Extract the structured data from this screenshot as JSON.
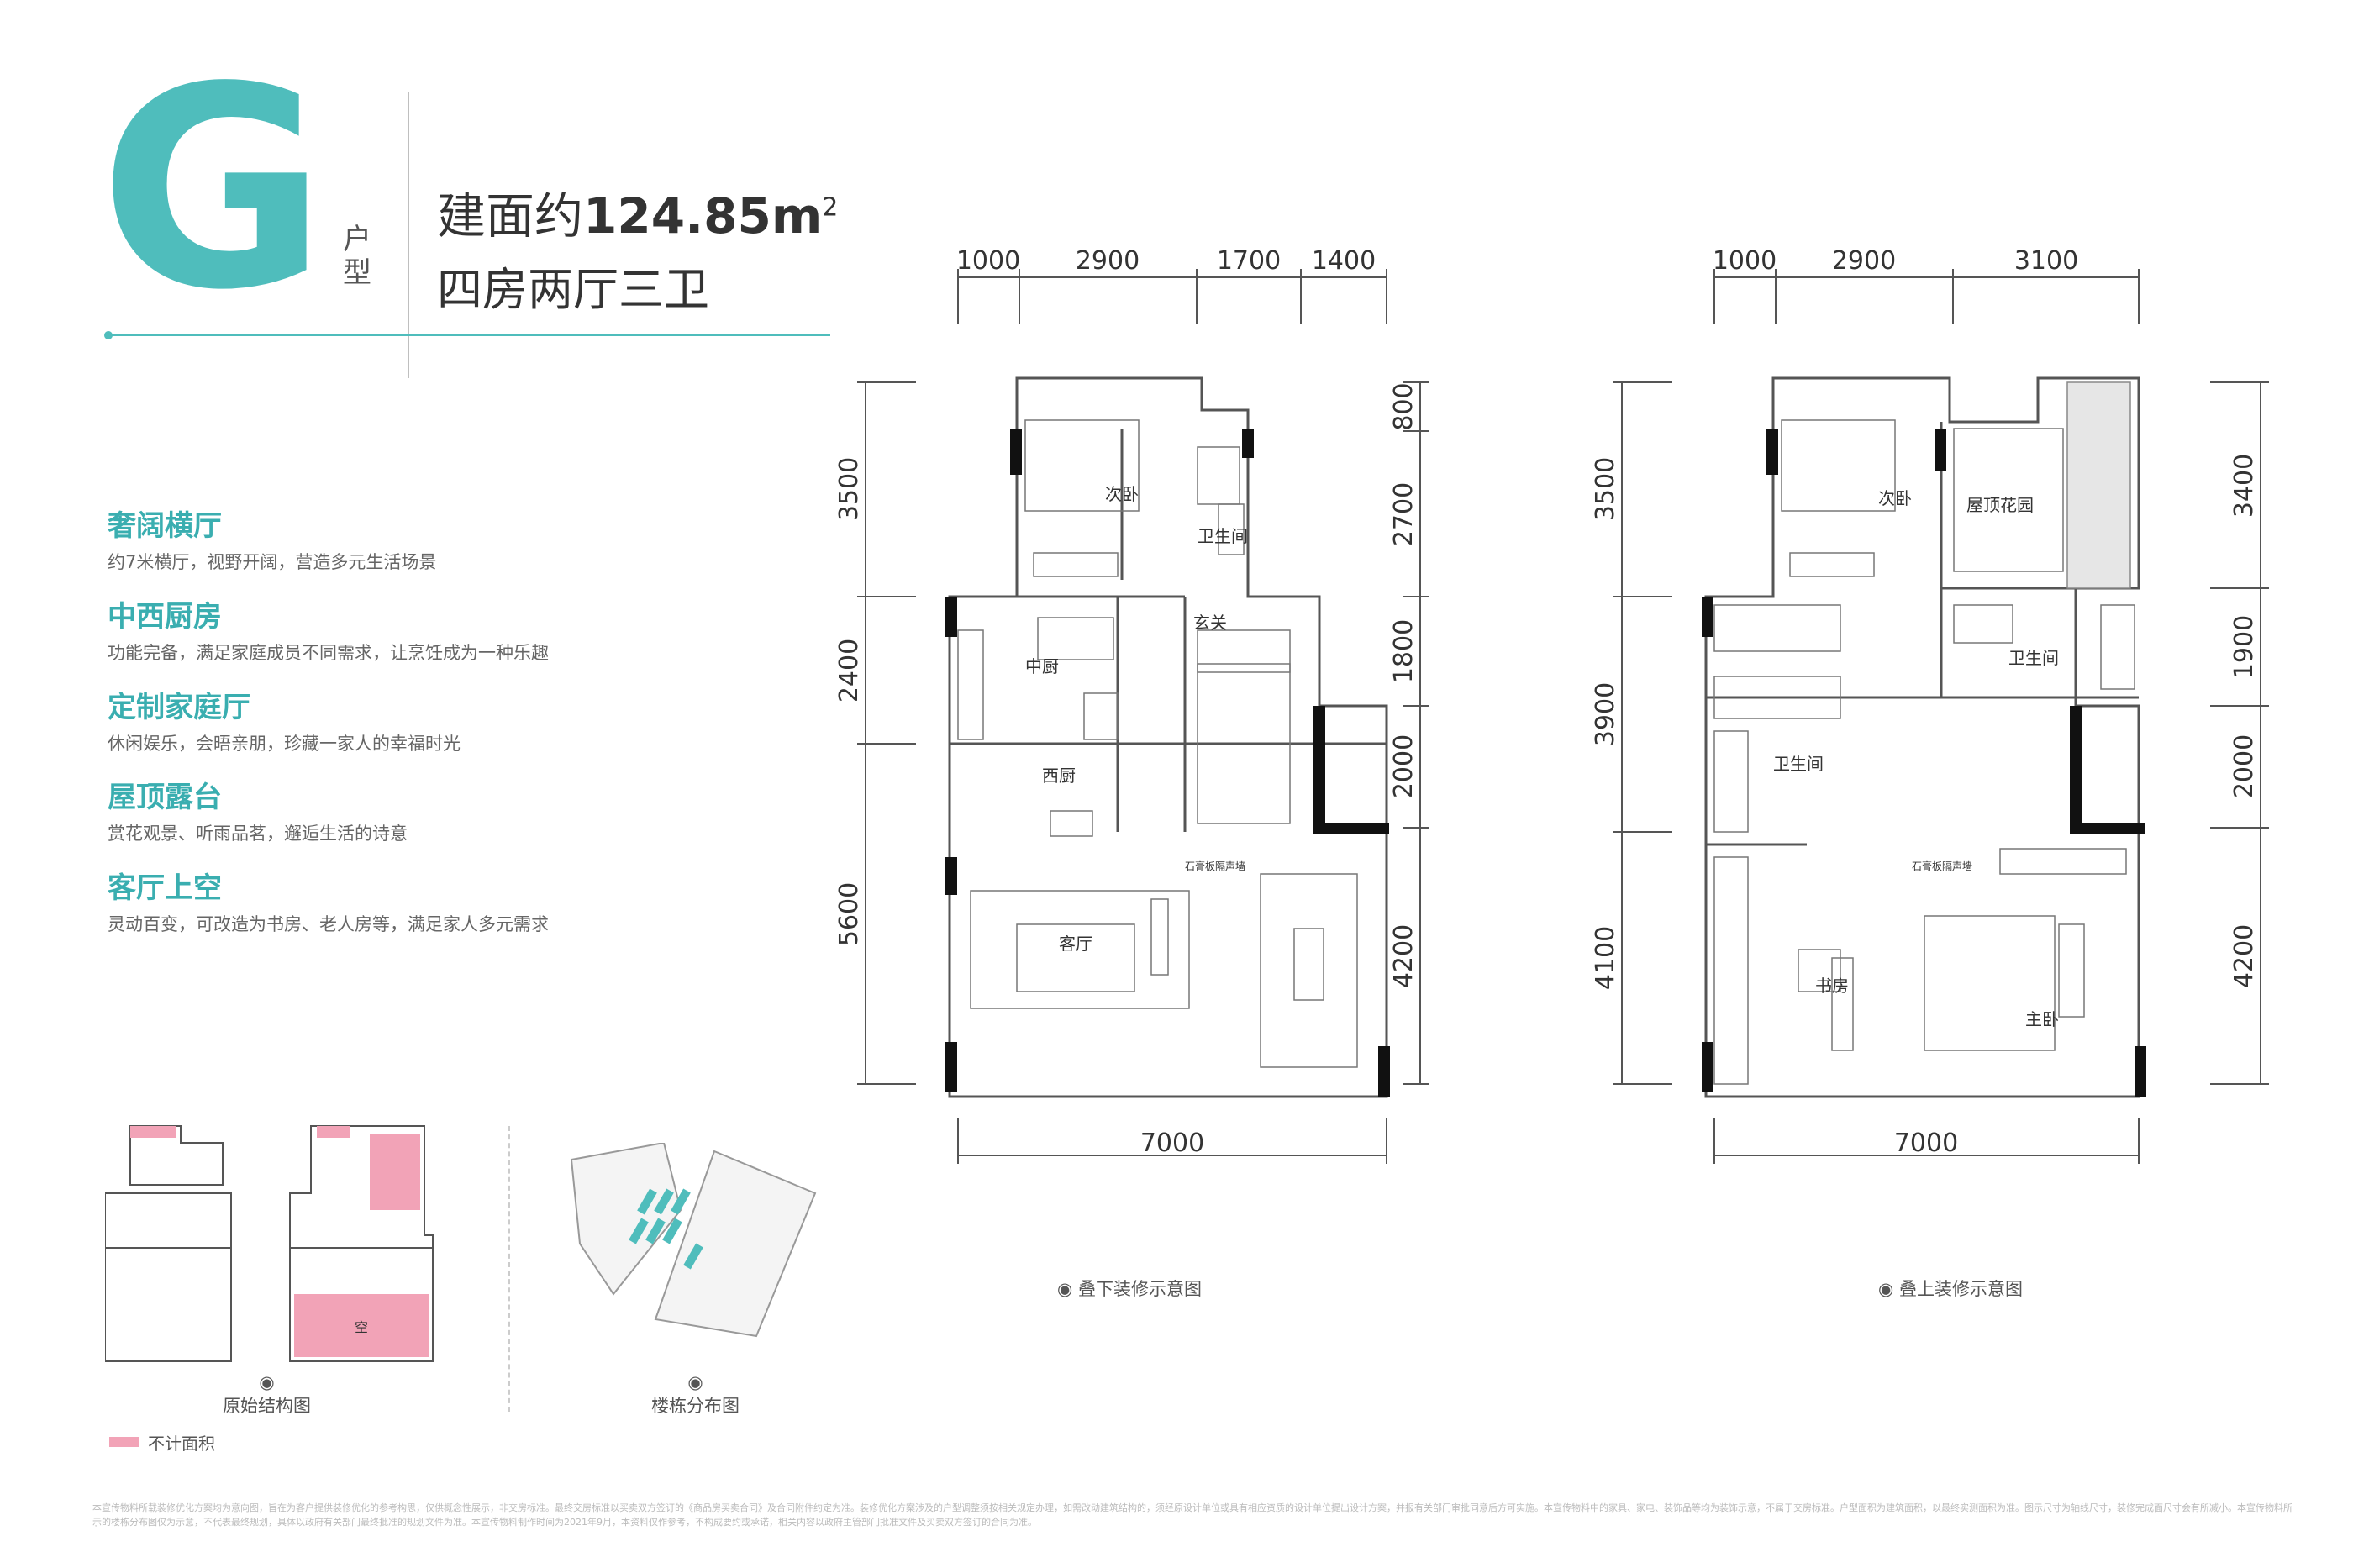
{
  "header": {
    "letter": "G",
    "type_label_1": "户",
    "type_label_2": "型",
    "area_prefix": "建面约",
    "area_value": "124.85m",
    "area_sup": "2",
    "layout": "四房两厅三卫"
  },
  "features": [
    {
      "title": "奢阔横厅",
      "desc": "约7米横厅，视野开阔，营造多元生活场景"
    },
    {
      "title": "中西厨房",
      "desc": "功能完备，满足家庭成员不同需求，让烹饪成为一种乐趣"
    },
    {
      "title": "定制家庭厅",
      "desc": "休闲娱乐，会晤亲朋，珍藏一家人的幸福时光"
    },
    {
      "title": "屋顶露台",
      "desc": "赏花观景、听雨品茗，邂逅生活的诗意"
    },
    {
      "title": "客厅上空",
      "desc": "灵动百变，可改造为书房、老人房等，满足家人多元需求"
    }
  ],
  "plan_lower": {
    "caption": "叠下装修示意图",
    "top_dims": [
      "1000",
      "2900",
      "1700",
      "1400"
    ],
    "left_dims": [
      "3500",
      "2400",
      "5600"
    ],
    "right_dims": [
      "800",
      "2700",
      "1800",
      "2000",
      "4200"
    ],
    "bottom_dim": "7000",
    "rooms": [
      "次卧",
      "卫生间",
      "玄关",
      "中厨",
      "西厨",
      "客厅"
    ],
    "note": "石膏板隔声墙"
  },
  "plan_upper": {
    "caption": "叠上装修示意图",
    "top_dims": [
      "1000",
      "2900",
      "3100"
    ],
    "left_dims": [
      "3500",
      "3900",
      "4100"
    ],
    "right_dims": [
      "3400",
      "1900",
      "2000",
      "4200"
    ],
    "bottom_dim": "7000",
    "rooms": [
      "次卧",
      "屋顶花园",
      "卫生间",
      "卫生间",
      "书房",
      "主卧"
    ],
    "note": "石膏板隔声墙"
  },
  "mini": {
    "structure_caption": "原始结构图",
    "void_label": "空",
    "site_caption": "楼栋分布图",
    "legend_label": "不计面积"
  },
  "colors": {
    "accent": "#4fbdbc",
    "pink": "#f2a3b7"
  },
  "disclaimer": "本宣传物料所载装修优化方案均为意向图，旨在为客户提供装修优化的参考构思，仅供概念性展示，非交房标准。最终交房标准以买卖双方签订的《商品房买卖合同》及合同附件约定为准。装修优化方案涉及的户型调整须按相关规定办理，如需改动建筑结构的，须经原设计单位或具有相应资质的设计单位提出设计方案，并报有关部门审批同意后方可实施。本宣传物料中的家具、家电、装饰品等均为装饰示意，不属于交房标准。户型面积为建筑面积，以最终实测面积为准。图示尺寸为轴线尺寸，装修完成面尺寸会有所减小。本宣传物料所示的楼栋分布图仅为示意，不代表最终规划，具体以政府有关部门最终批准的规划文件为准。本宣传物料制作时间为2021年9月，本资料仅作参考，不构成要约或承诺，相关内容以政府主管部门批准文件及买卖双方签订的合同为准。"
}
